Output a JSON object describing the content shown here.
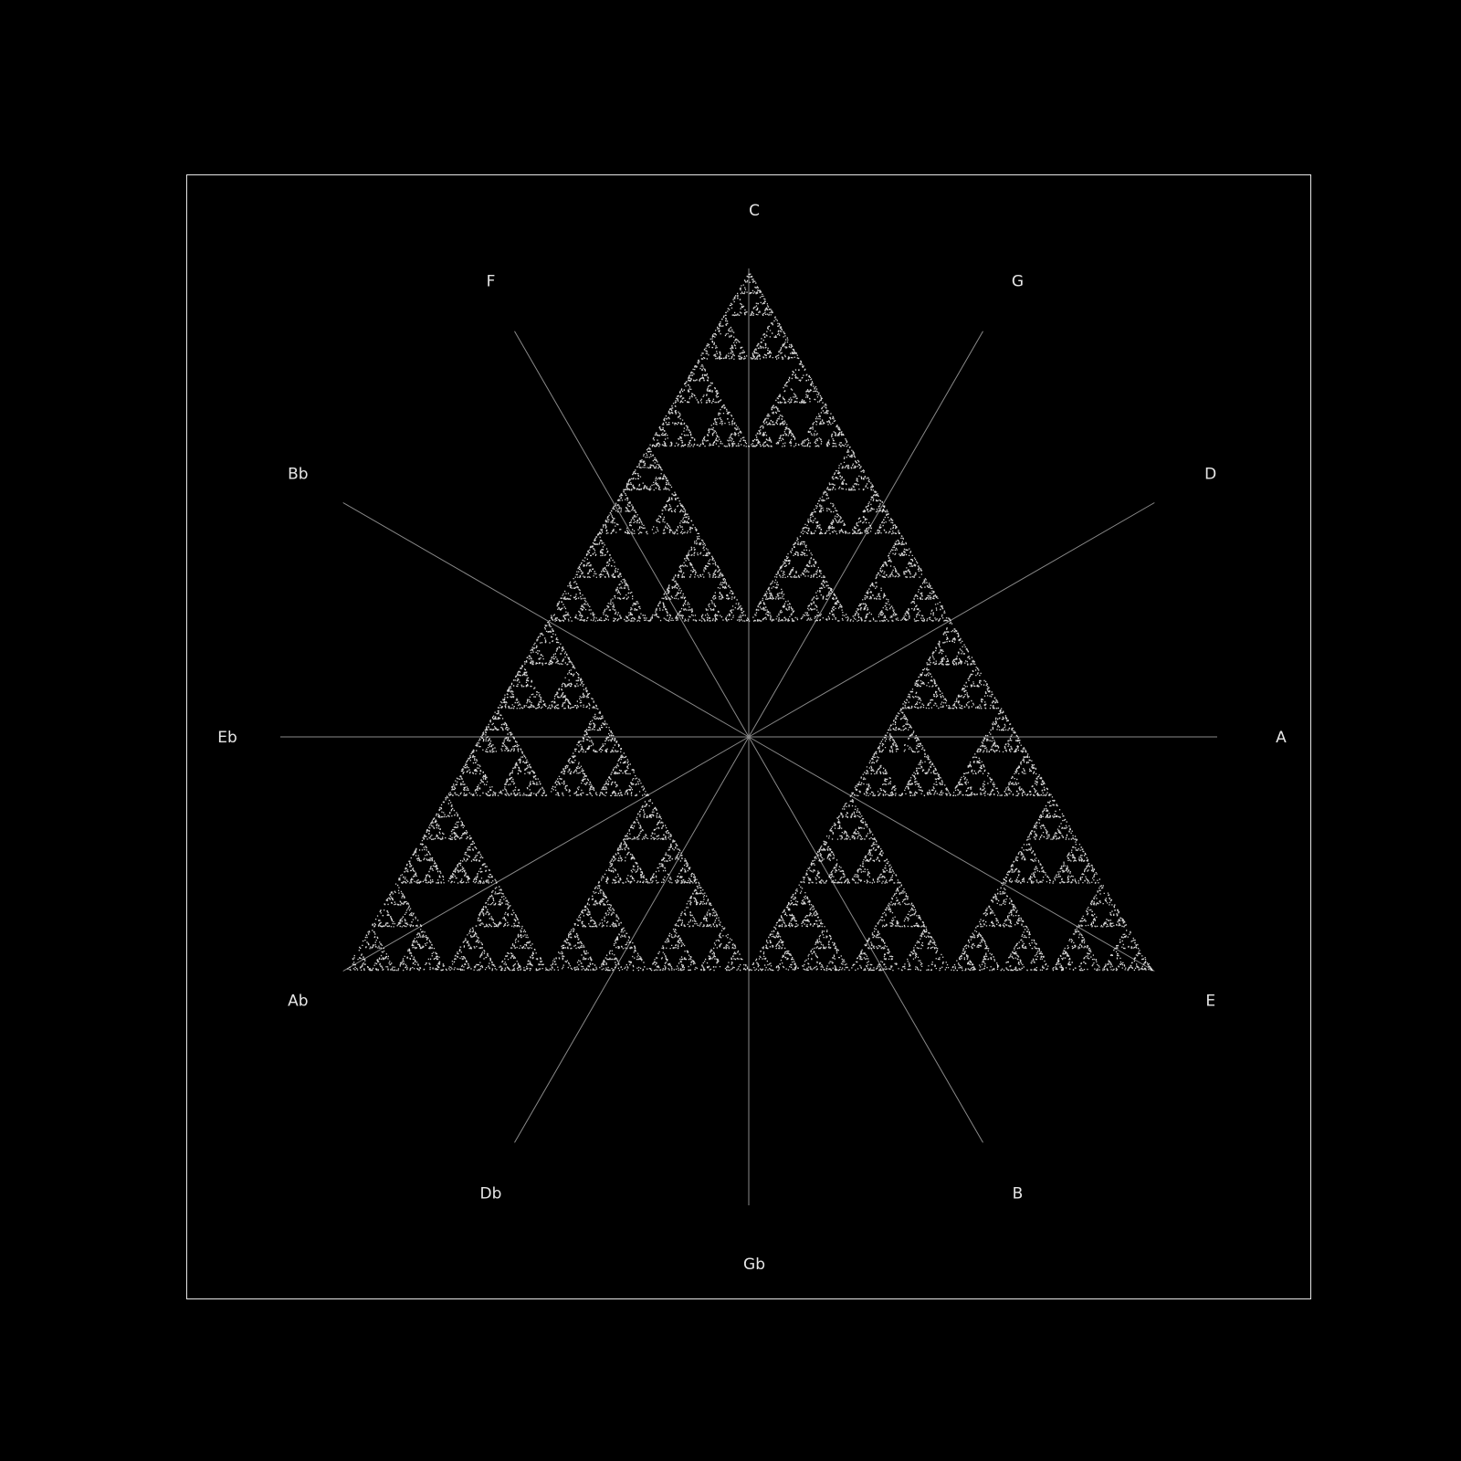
{
  "diagram": {
    "type": "chromatic-circle-sierpinski",
    "background_color": "#000000",
    "frame_color": "#e6e6e6",
    "line_color": "#8a8a8a",
    "dot_color": "#ffffff",
    "pitch_classes": [
      "C",
      "G",
      "D",
      "A",
      "E",
      "B",
      "Gb",
      "Db",
      "Ab",
      "Eb",
      "Bb",
      "F"
    ],
    "triangle_vertices": [
      "C",
      "E",
      "Ab"
    ]
  }
}
